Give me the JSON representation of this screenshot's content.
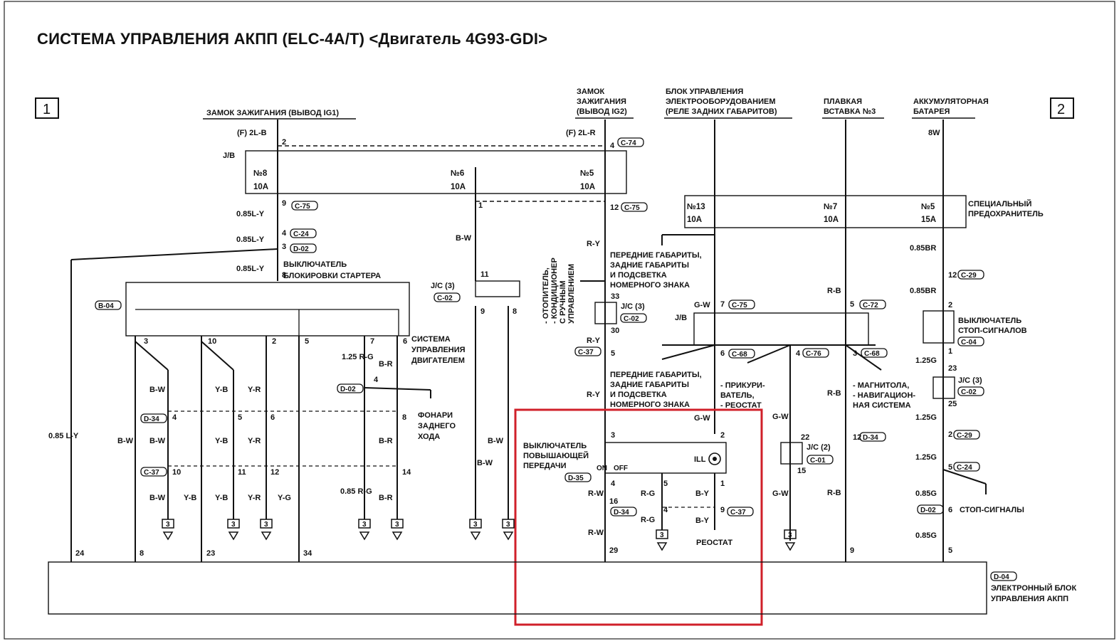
{
  "title": "СИСТЕМА УПРАВЛЕНИЯ АКПП (ELC-4A/T)  <Двигатель 4G93-GDI>",
  "page_markers": [
    "1",
    "2"
  ],
  "sources": {
    "ig1": "ЗАМОК ЗАЖИГАНИЯ (ВЫВОД IG1)",
    "ig2": [
      "ЗАМОК",
      "ЗАЖИГАНИЯ",
      "(ВЫВОД IG2)"
    ],
    "etacs": [
      "БЛОК УПРАВЛЕНИЯ",
      "ЭЛЕКТРООБОРУДОВАНИЕМ",
      "(РЕЛЕ ЗАДНИХ ГАБАРИТОВ)"
    ],
    "fusible": [
      "ПЛАВКАЯ",
      "ВСТАВКА №3"
    ],
    "battery": [
      "АККУМУЛЯТОРНАЯ",
      "БАТАРЕЯ"
    ]
  },
  "fuse_block_jb": {
    "label": "J/B",
    "fuses": [
      {
        "num": "№8",
        "amp": "10A"
      },
      {
        "num": "№6",
        "amp": "10A"
      },
      {
        "num": "№5",
        "amp": "10A"
      }
    ]
  },
  "special_fuse": {
    "label": [
      "СПЕЦИАЛЬНЫЙ",
      "ПРЕДОХРАНИТЕЛЬ"
    ],
    "fuses": [
      {
        "num": "№13",
        "amp": "10A"
      },
      {
        "num": "№7",
        "amp": "10A"
      },
      {
        "num": "№5",
        "amp": "15A"
      }
    ]
  },
  "wires": {
    "f2lb": "(F) 2L-B",
    "f2lr": "(F) 2L-R",
    "l085y": "0.85L-Y",
    "bw": "B-W",
    "yb": "Y-B",
    "yr": "Y-R",
    "yg": "Y-G",
    "br": "B-R",
    "rg": "R-G",
    "ry": "R-Y",
    "gw": "G-W",
    "rb": "R-B",
    "rw": "R-W",
    "by": "B-Y",
    "w8": "8W",
    "br085": "0.85BR",
    "rg125": "1.25 R-G",
    "g125": "1.25G",
    "g085": "0.85G",
    "rg085": "0.85 R-G",
    "ly085": "0.85 L-Y"
  },
  "connectors": [
    "C-74",
    "C-75",
    "C-24",
    "D-02",
    "B-04",
    "C-02",
    "C-37",
    "C-68",
    "C-76",
    "C-72",
    "C-29",
    "C-04",
    "D-34",
    "D-35",
    "C-01",
    "D-04"
  ],
  "pins": [
    "2",
    "4",
    "9",
    "1",
    "12",
    "3",
    "8",
    "11",
    "10",
    "5",
    "6",
    "7",
    "14",
    "33",
    "30",
    "16",
    "29",
    "22",
    "15",
    "25",
    "23",
    "24",
    "34"
  ],
  "labels": {
    "inhibitor": [
      "ВЫКЛЮЧАТЕЛЬ",
      "БЛОКИРОВКИ СТАРТЕРА"
    ],
    "engine_ecu": [
      "СИСТЕМА",
      "УПРАВЛЕНИЯ",
      "ДВИГАТЕЛЕМ"
    ],
    "reverse": [
      "ФОНАРИ",
      "ЗАДНЕГО",
      "ХОДА"
    ],
    "heater": [
      "- ОТОПИТЕЛЬ,",
      "- КОНДИЦИОНЕР",
      "С РУЧНЫМ",
      "УПРАВЛЕНИЕМ"
    ],
    "lamps1": [
      "ПЕРЕДНИЕ ГАБАРИТЫ,",
      "ЗАДНИЕ ГАБАРИТЫ",
      "И ПОДСВЕТКА",
      "НОМЕРНОГО ЗНАКА"
    ],
    "lamps2": [
      "ПЕРЕДНИЕ ГАБАРИТЫ,",
      "ЗАДНИЕ ГАБАРИТЫ",
      "И ПОДСВЕТКА",
      "НОМЕРНОГО ЗНАКА"
    ],
    "lighter": [
      "- ПРИКУРИ-",
      "ВАТЕЛЬ,",
      "- РЕОСТАТ"
    ],
    "audio": [
      "- МАГНИТОЛА,",
      "- НАВИГАЦИОН-",
      "НАЯ СИСТЕМА"
    ],
    "stop_switch": [
      "ВЫКЛЮЧАТЕЛЬ",
      "СТОП-СИГНАЛОВ"
    ],
    "stop_lamps": "СТОП-СИГНАЛЫ",
    "od_switch": [
      "ВЫКЛЮЧАТЕЛЬ",
      "ПОВЫШАЮЩЕЙ",
      "ПЕРЕДАЧИ"
    ],
    "rheostat": "РЕОСТАТ",
    "ecu": [
      "ЭЛЕКТРОННЫЙ БЛОК",
      "УПРАВЛЕНИЯ АКПП"
    ],
    "jc3": "J/C (3)",
    "jc2": "J/C (2)",
    "jb": "J/B",
    "ill": "ILL",
    "on": "ON",
    "off": "OFF",
    "ground": "3"
  },
  "highlight_color": "#d0202a"
}
